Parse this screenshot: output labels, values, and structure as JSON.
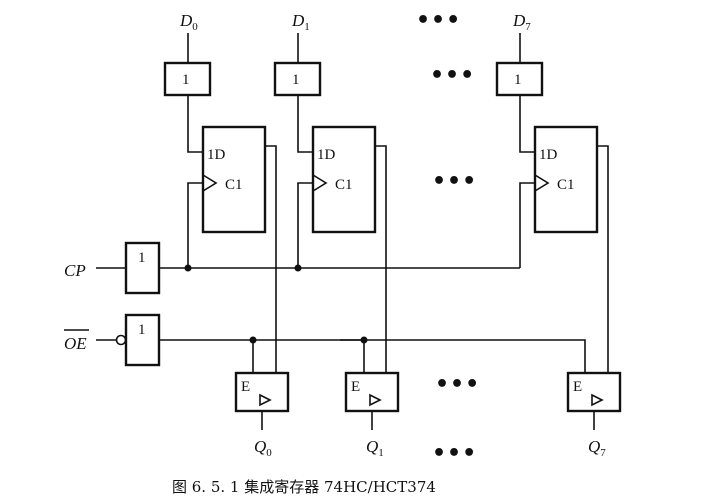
{
  "inputs": [
    {
      "name": "D",
      "sub": "0"
    },
    {
      "name": "D",
      "sub": "1"
    },
    {
      "name": "D",
      "sub": "7"
    }
  ],
  "outputs": [
    {
      "name": "Q",
      "sub": "0"
    },
    {
      "name": "Q",
      "sub": "1"
    },
    {
      "name": "Q",
      "sub": "7"
    }
  ],
  "input_buffer_label": "1",
  "flipflop_labels": {
    "d": "1D",
    "clk": "C1"
  },
  "output_buffer_label": "E",
  "cp": {
    "label": "CP",
    "buffer_label": "1"
  },
  "oe": {
    "label": "OE",
    "buffer_label": "1"
  },
  "ellipsis": "•••",
  "caption": "图 6. 5. 1    集成寄存器 74HC/HCT374"
}
